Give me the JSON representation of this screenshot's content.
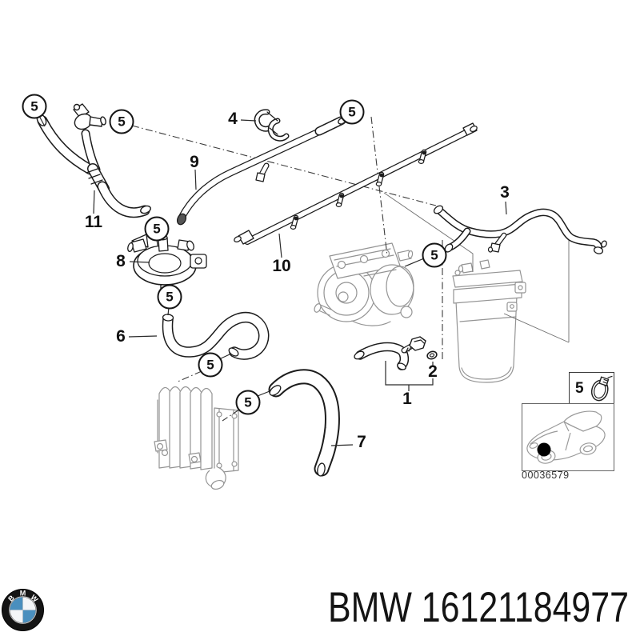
{
  "diagram": {
    "callout_symbol": "5",
    "part_labels": [
      {
        "text": "11"
      },
      {
        "text": "9"
      },
      {
        "text": "4"
      },
      {
        "text": "10"
      },
      {
        "text": "3"
      },
      {
        "text": "8"
      },
      {
        "text": "6"
      },
      {
        "text": "7"
      },
      {
        "text": "2"
      },
      {
        "text": "1"
      }
    ],
    "legend": {
      "clamp_callout": "5",
      "image_code": "00036579"
    }
  },
  "footer": {
    "logo_letters": [
      "B",
      "M",
      "W"
    ],
    "part_text": "BMW 16121184977"
  },
  "colors": {
    "line_dark": "#1c1c1c",
    "line_context": "#949494",
    "logo_blue": "#4a8fbe"
  }
}
